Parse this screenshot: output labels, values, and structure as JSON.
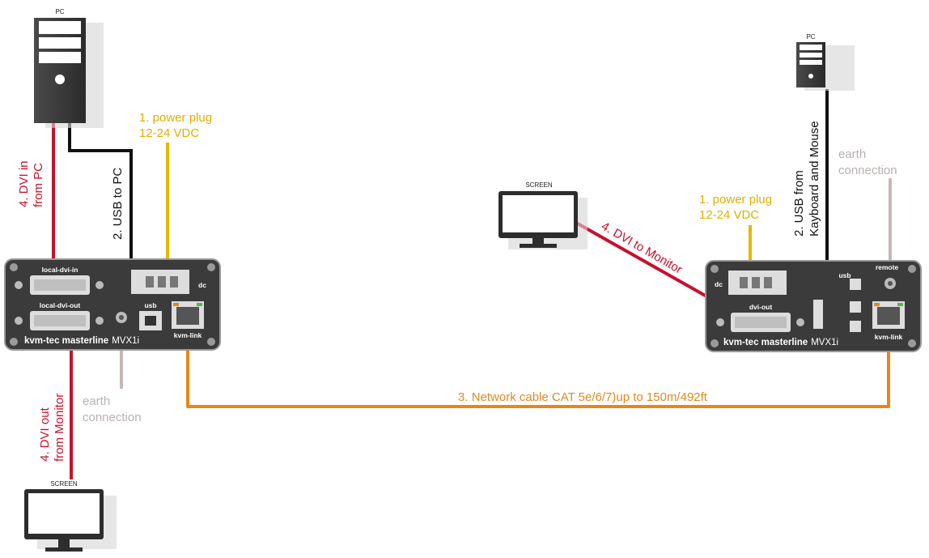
{
  "colors": {
    "dvi": "#c8102e",
    "usb": "#111111",
    "power": "#e6b800",
    "earth": "#c6b8b6",
    "network": "#e8861a",
    "device": "#3b3b3b",
    "device_border": "#9a9a9a",
    "power_text": "#e0ae00",
    "earth_text": "#b9b2b0",
    "network_text": "#e08a1e"
  },
  "left": {
    "pc_label": "PC",
    "screen_label": "SCREEN",
    "dvi_in_line1": "4. DVI in",
    "dvi_in_line2": "from PC",
    "usb_label": "2. USB to PC",
    "power_line1": "1. power plug",
    "power_line2": "12-24 VDC",
    "earth_line1": "earth",
    "earth_line2": "connection",
    "dvi_out_line1": "4. DVI out",
    "dvi_out_line2": "from Monitor",
    "device": {
      "port_dvi_in": "local-dvi-in",
      "port_dvi_out": "local-dvi-out",
      "port_usb": "usb",
      "port_dc": "dc",
      "port_link": "kvm-link",
      "brand": "kvm-tec masterline",
      "model": "MVX1i"
    }
  },
  "right": {
    "pc_label": "PC",
    "screen_label": "SCREEN",
    "power_line1": "1. power plug",
    "power_line2": "12-24 VDC",
    "usb_line1": "2. USB from",
    "usb_line2": "Kayboard and Mouse",
    "earth_line1": "earth",
    "earth_line2": "connection",
    "dvi_label": "4. DVI to Monitor",
    "device": {
      "port_dc": "dc",
      "port_usb": "usb",
      "port_remote": "remote",
      "port_dvi_out": "dvi-out",
      "port_link": "kvm-link",
      "brand": "kvm-tec masterline",
      "model": "MVX1i"
    }
  },
  "network_label": "3. Network cable CAT 5e/6/7)up to 150m/492ft"
}
